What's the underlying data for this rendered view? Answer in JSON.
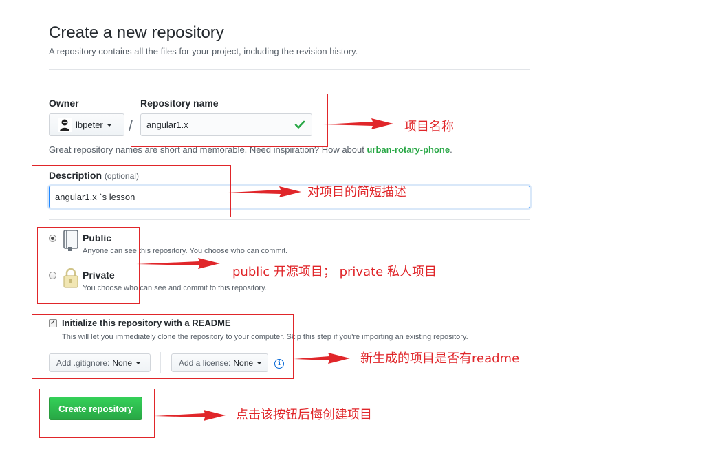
{
  "header": {
    "title": "Create a new repository",
    "subtitle": "A repository contains all the files for your project, including the revision history."
  },
  "owner": {
    "label": "Owner",
    "value": "lbpeter",
    "separator": "/"
  },
  "repo_name": {
    "label": "Repository name",
    "value": "angular1.x"
  },
  "hint": {
    "prefix": "Great repository names are short and memorable. Need inspiration? How about ",
    "suggestion": "urban-rotary-phone",
    "suffix": "."
  },
  "description": {
    "label": "Description",
    "optional": "(optional)",
    "value": "angular1.x `s lesson"
  },
  "visibility": {
    "public": {
      "title": "Public",
      "note": "Anyone can see this repository. You choose who can commit."
    },
    "private": {
      "title": "Private",
      "note": "You choose who can see and commit to this repository."
    }
  },
  "init": {
    "title": "Initialize this repository with a README",
    "note": "This will let you immediately clone the repository to your computer. Skip this step if you're importing an existing repository.",
    "gitignore_label": "Add .gitignore:",
    "gitignore_value": "None",
    "license_label": "Add a license:",
    "license_value": "None",
    "info_icon": "i"
  },
  "submit": {
    "label": "Create repository"
  },
  "annotations": {
    "repo_name": "项目名称",
    "description": "对项目的简短描述",
    "visibility": "public 开源项目； private 私人项目",
    "readme": "新生成的项目是否有readme",
    "create": "点击该按钮后悔创建项目"
  },
  "colors": {
    "annotation": "#e0262a",
    "create_button": "#28a745",
    "focus_border": "#2188ff",
    "check_icon": "#28a745"
  }
}
